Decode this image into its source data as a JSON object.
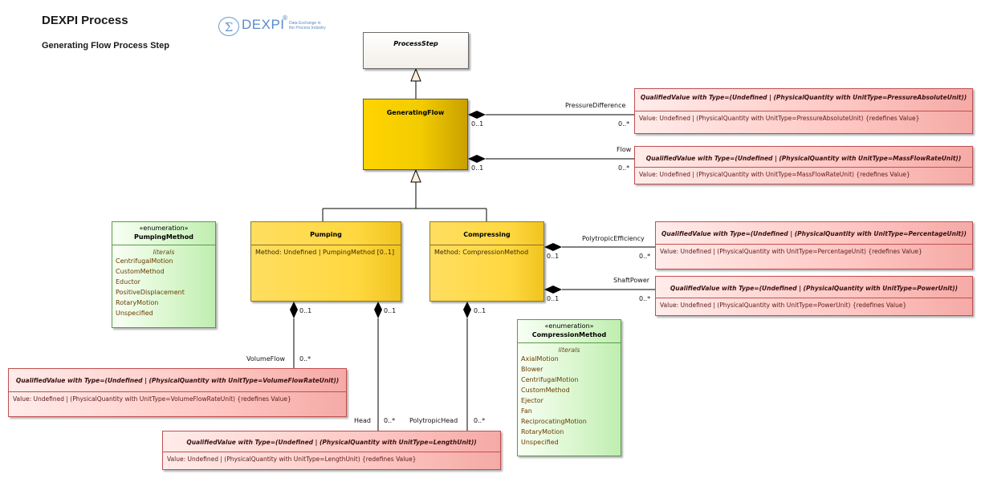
{
  "header": {
    "title": "DEXPI Process",
    "subtitle": "Generating Flow Process Step"
  },
  "logo": {
    "mark": "Σ",
    "word": "DEXPI",
    "reg": "®",
    "tagline_1": "Data Exchange in",
    "tagline_2": "the Process Industry"
  },
  "classes": {
    "process_step": "ProcessStep",
    "generating_flow": "GeneratingFlow",
    "pumping": {
      "name": "Pumping",
      "attr": "Method: Undefined | PumpingMethod [0..1]"
    },
    "compressing": {
      "name": "Compressing",
      "attr": "Method: CompressionMethod"
    }
  },
  "qualified_values": {
    "pressure_absolute": {
      "name": "QualifiedValue with Type=(Undefined | (PhysicalQuantity with UnitType=PressureAbsoluteUnit))",
      "attr": "Value: Undefined | (PhysicalQuantity with UnitType=PressureAbsoluteUnit) {redefines Value}"
    },
    "mass_flow_rate": {
      "name": "QualifiedValue with Type=(Undefined | (PhysicalQuantity with UnitType=MassFlowRateUnit))",
      "attr": "Value: Undefined | (PhysicalQuantity with UnitType=MassFlowRateUnit) {redefines Value}"
    },
    "percentage": {
      "name": "QualifiedValue with Type=(Undefined | (PhysicalQuantity with UnitType=PercentageUnit))",
      "attr": "Value: Undefined | (PhysicalQuantity with UnitType=PercentageUnit) {redefines Value}"
    },
    "power": {
      "name": "QualifiedValue with Type=(Undefined | (PhysicalQuantity with UnitType=PowerUnit))",
      "attr": "Value: Undefined | (PhysicalQuantity with UnitType=PowerUnit) {redefines Value}"
    },
    "volume_flow_rate": {
      "name": "QualifiedValue with Type=(Undefined | (PhysicalQuantity with UnitType=VolumeFlowRateUnit))",
      "attr": "Value: Undefined | (PhysicalQuantity with UnitType=VolumeFlowRateUnit) {redefines Value}"
    },
    "length": {
      "name": "QualifiedValue with Type=(Undefined | (PhysicalQuantity with UnitType=LengthUnit))",
      "attr": "Value: Undefined | (PhysicalQuantity with UnitType=LengthUnit) {redefines Value}"
    }
  },
  "enumerations": {
    "pumping_method": {
      "stereotype": "«enumeration»",
      "name": "PumpingMethod",
      "literals_header": "literals",
      "literals": [
        "CentrifugalMotion",
        "CustomMethod",
        "Eductor",
        "PositiveDisplacement",
        "RotaryMotion",
        "Unspecified"
      ]
    },
    "compression_method": {
      "stereotype": "«enumeration»",
      "name": "CompressionMethod",
      "literals_header": "literals",
      "literals": [
        "AxialMotion",
        "Blower",
        "CentrifugalMotion",
        "CustomMethod",
        "Ejector",
        "Fan",
        "ReciprocatingMotion",
        "RotaryMotion",
        "Unspecified"
      ]
    }
  },
  "associations": {
    "pressure_difference": {
      "role": "PressureDifference",
      "source_mult": "0..1",
      "target_mult": "0..*"
    },
    "flow": {
      "role": "Flow",
      "source_mult": "0..1",
      "target_mult": "0..*"
    },
    "polytropic_efficiency": {
      "role": "PolytropicEfficiency",
      "source_mult": "0..1",
      "target_mult": "0..*"
    },
    "shaft_power": {
      "role": "ShaftPower",
      "source_mult": "0..1",
      "target_mult": "0..*"
    },
    "volume_flow": {
      "role": "VolumeFlow",
      "source_mult": "0..1",
      "target_mult": "0..*"
    },
    "head": {
      "role": "Head",
      "source_mult": "0..1",
      "target_mult": "0..*"
    },
    "polytropic_head": {
      "role": "PolytropicHead",
      "source_mult": "0..1",
      "target_mult": "0..*"
    }
  },
  "colors": {
    "generating_flow": "#ffd400",
    "subclass": "#ffde60",
    "qualified_value": "#ffc8c4",
    "enumeration": "#d8f6cc"
  }
}
